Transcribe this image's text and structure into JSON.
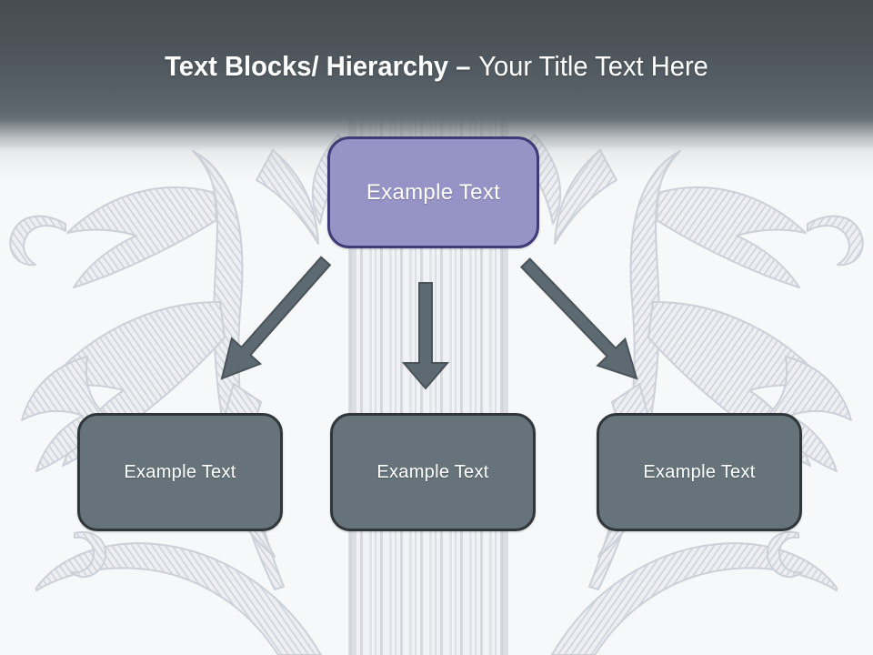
{
  "title": {
    "bold": "Text Blocks/ Hierarchy –",
    "regular": "Your Title Text Here"
  },
  "diagram": {
    "root": {
      "label": "Example Text"
    },
    "children": [
      {
        "label": "Example Text"
      },
      {
        "label": "Example Text"
      },
      {
        "label": "Example Text"
      }
    ]
  },
  "colors": {
    "header-top": "#454c52",
    "header-bottom": "#5d676d",
    "root-fill": "#9694c6",
    "root-border": "#3e3b76",
    "child-fill": "#66737a",
    "child-border": "#2f373b",
    "arrow-fill": "#5d6a72",
    "arrow-border": "#49545a",
    "text": "#ffffff"
  }
}
